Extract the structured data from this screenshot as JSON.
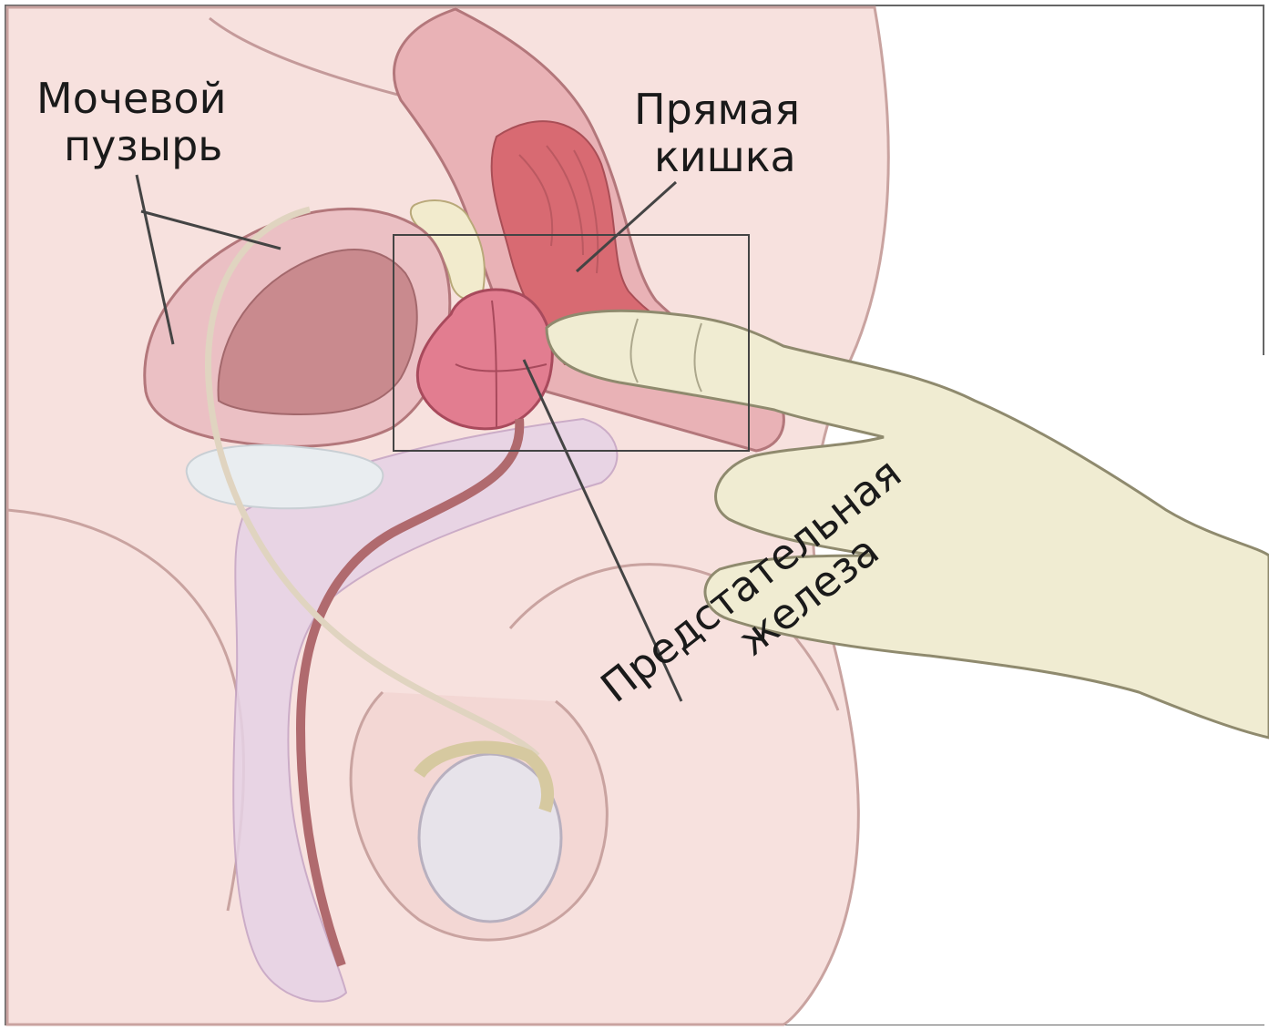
{
  "labels": {
    "bladder": [
      "Мочевой",
      "пузырь"
    ],
    "rectum": [
      "Прямая",
      "кишка"
    ],
    "prostate": [
      "Предстательная",
      "железа"
    ]
  },
  "colors": {
    "skin": "#f7e1de",
    "skin_outline": "#b88f8c",
    "organ_wall": "#e8b8bd",
    "bladder_lumen": "#c98a8e",
    "prostate": "#e27d90",
    "rectum_inner": "#d86a72",
    "seminal_vesicle": "#f2ebcd",
    "glove": "#f0ecd2",
    "penis_tissue": "#e6d2e6",
    "testis": "#e7e3ea",
    "frame": "#444444",
    "leader_line": "#444444"
  }
}
